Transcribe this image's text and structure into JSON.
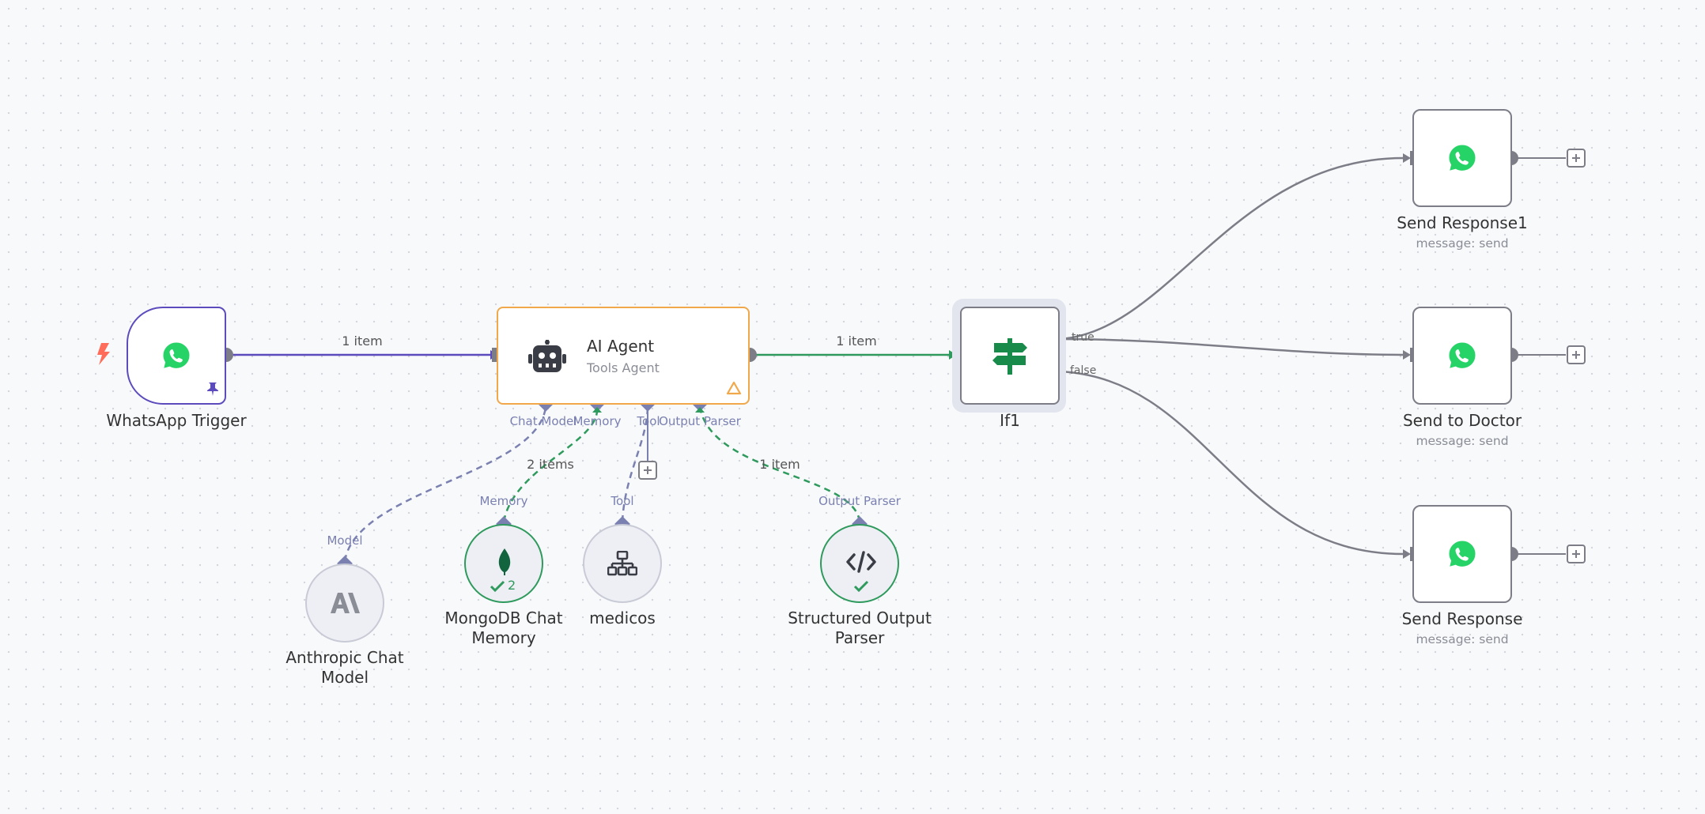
{
  "trigger": {
    "title": "WhatsApp Trigger",
    "icon": "whatsapp-icon"
  },
  "agent": {
    "title": "AI Agent",
    "subtitle": "Tools Agent",
    "icon": "robot-icon",
    "ports": {
      "chat_model": "Chat Model",
      "memory": "Memory",
      "tool": "Tool",
      "output_parser": "Output Parser"
    }
  },
  "if_node": {
    "title": "If1",
    "true_label": "true",
    "false_label": "false",
    "icon": "signpost-icon"
  },
  "send_response1": {
    "title": "Send Response1",
    "subtitle": "message: send"
  },
  "send_to_doctor": {
    "title": "Send to Doctor",
    "subtitle": "message: send"
  },
  "send_response": {
    "title": "Send Response",
    "subtitle": "message: send"
  },
  "anthropic": {
    "title": "Anthropic Chat Model",
    "port": "Model"
  },
  "mongodb": {
    "title": "MongoDB Chat Memory",
    "port": "Memory",
    "count": "2"
  },
  "medicos": {
    "title": "medicos",
    "port": "Tool"
  },
  "parser": {
    "title": "Structured Output Parser",
    "port": "Output Parser"
  },
  "edges": {
    "trigger_agent": "1 item",
    "agent_if": "1 item",
    "memory": "2 items",
    "parser": "1 item"
  },
  "colors": {
    "trigger": "#5b4bbd",
    "agent": "#f0a84a",
    "success": "#2f9a5d",
    "whatsapp": "#25d366",
    "port": "#7a80b0"
  }
}
